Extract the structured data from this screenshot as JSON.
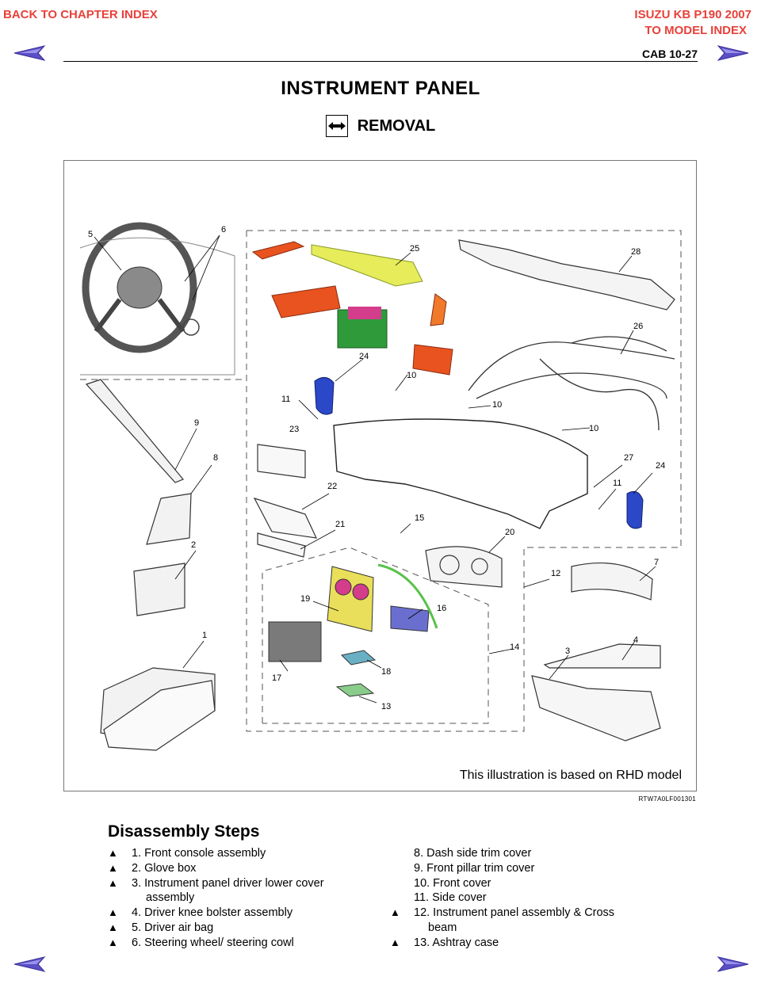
{
  "header": {
    "back_link": "BACK TO CHAPTER INDEX",
    "model_title": "ISUZU KB P190 2007",
    "model_index": "TO MODEL INDEX",
    "page_ref": "CAB  10-27"
  },
  "colors": {
    "link": "#e8413a",
    "nav_arrow": "#5b4fc6"
  },
  "nav_icons": [
    "left-arrow-icon",
    "right-arrow-icon"
  ],
  "title": "INSTRUMENT PANEL",
  "section": {
    "icon": "removal-arrows-icon",
    "label": "REMOVAL"
  },
  "figure": {
    "note": "This illustration is based on RHD model",
    "code": "RTW7A0LF001301",
    "part_numbers": [
      "5",
      "6",
      "25",
      "28",
      "26",
      "24",
      "10",
      "11",
      "10",
      "23",
      "10",
      "9",
      "8",
      "27",
      "24",
      "22",
      "11",
      "15",
      "21",
      "20",
      "2",
      "7",
      "12",
      "19",
      "16",
      "1",
      "4",
      "14",
      "3",
      "18",
      "17",
      "13"
    ]
  },
  "steps": {
    "heading": "Disassembly Steps",
    "left": [
      {
        "mark": "▲",
        "text": "1. Front console assembly",
        "cont": ""
      },
      {
        "mark": "▲",
        "text": "2. Glove box",
        "cont": ""
      },
      {
        "mark": "▲",
        "text": "3. Instrument panel driver lower cover",
        "cont": "assembly"
      },
      {
        "mark": "▲",
        "text": "4. Driver knee bolster assembly",
        "cont": ""
      },
      {
        "mark": "▲",
        "text": "5. Driver air bag",
        "cont": ""
      },
      {
        "mark": "▲",
        "text": "6. Steering wheel/ steering cowl",
        "cont": ""
      }
    ],
    "right": [
      {
        "mark": "",
        "text": "8. Dash side trim cover",
        "cont": ""
      },
      {
        "mark": "",
        "text": "9. Front pillar trim cover",
        "cont": ""
      },
      {
        "mark": "",
        "text": "10. Front cover",
        "cont": ""
      },
      {
        "mark": "",
        "text": "11. Side cover",
        "cont": ""
      },
      {
        "mark": "▲",
        "text": "12. Instrument panel assembly & Cross",
        "cont": "beam"
      },
      {
        "mark": "▲",
        "text": "13. Ashtray case",
        "cont": ""
      }
    ]
  }
}
